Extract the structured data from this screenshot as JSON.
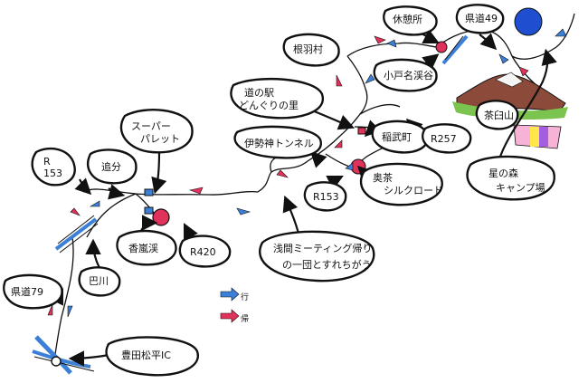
{
  "places": {
    "oiwake": "追分",
    "r153_top": "R\n153",
    "supermarket": "スーパー\nパレット",
    "korankei": "香嵐渓",
    "r420": "R420",
    "tomoegawa": "巴川",
    "kendo79": "県道79",
    "toyota_ic": "豊田松平IC",
    "michinoeki": "道の駅\nどんぐりの里",
    "inabu_tunnel": "伊勢神トンネル",
    "r153_mid": "R153",
    "asama_meeting": "浅間ミーティング帰り\nの一団とすれちがう",
    "nebamura": "根羽村",
    "rest_area": "休憩所",
    "kodanago": "小戸名渓谷",
    "kendo49": "県道49",
    "inabucho": "稲武町",
    "r257": "R257",
    "chausuyama": "茶臼山",
    "okucha": "奥茶\nシルクロード",
    "hoshinomori": "星の森\nキャンプ場"
  },
  "legend": {
    "go_label": "行",
    "return_label": "帰",
    "go_color": "#3b7fd6",
    "return_color": "#e0325a"
  }
}
